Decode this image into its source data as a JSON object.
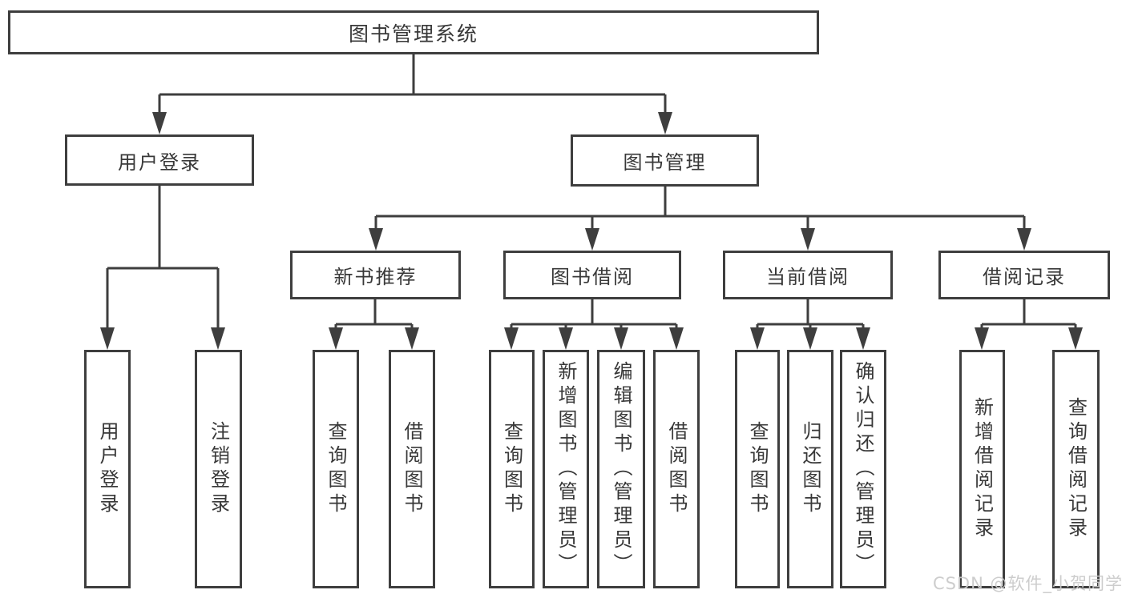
{
  "watermark": "CSDN @软件_小贺同学",
  "colors": {
    "line": "#3e3e3e",
    "text": "#383838",
    "watermark": "#cacaca",
    "background": "#ffffff"
  },
  "tree": {
    "root": "图书管理系统",
    "branches": [
      {
        "label": "用户登录",
        "children": [
          "用户登录",
          "注销登录"
        ]
      },
      {
        "label": "图书管理",
        "groups": [
          {
            "label": "新书推荐",
            "children": [
              "查询图书",
              "借阅图书"
            ]
          },
          {
            "label": "图书借阅",
            "children": [
              "查询图书",
              "新增图书（管理员）",
              "编辑图书（管理员）",
              "借阅图书"
            ]
          },
          {
            "label": "当前借阅",
            "children": [
              "查询图书",
              "归还图书",
              "确认归还（管理员）"
            ]
          },
          {
            "label": "借阅记录",
            "children": [
              "新增借阅记录",
              "查询借阅记录"
            ]
          }
        ]
      }
    ]
  }
}
